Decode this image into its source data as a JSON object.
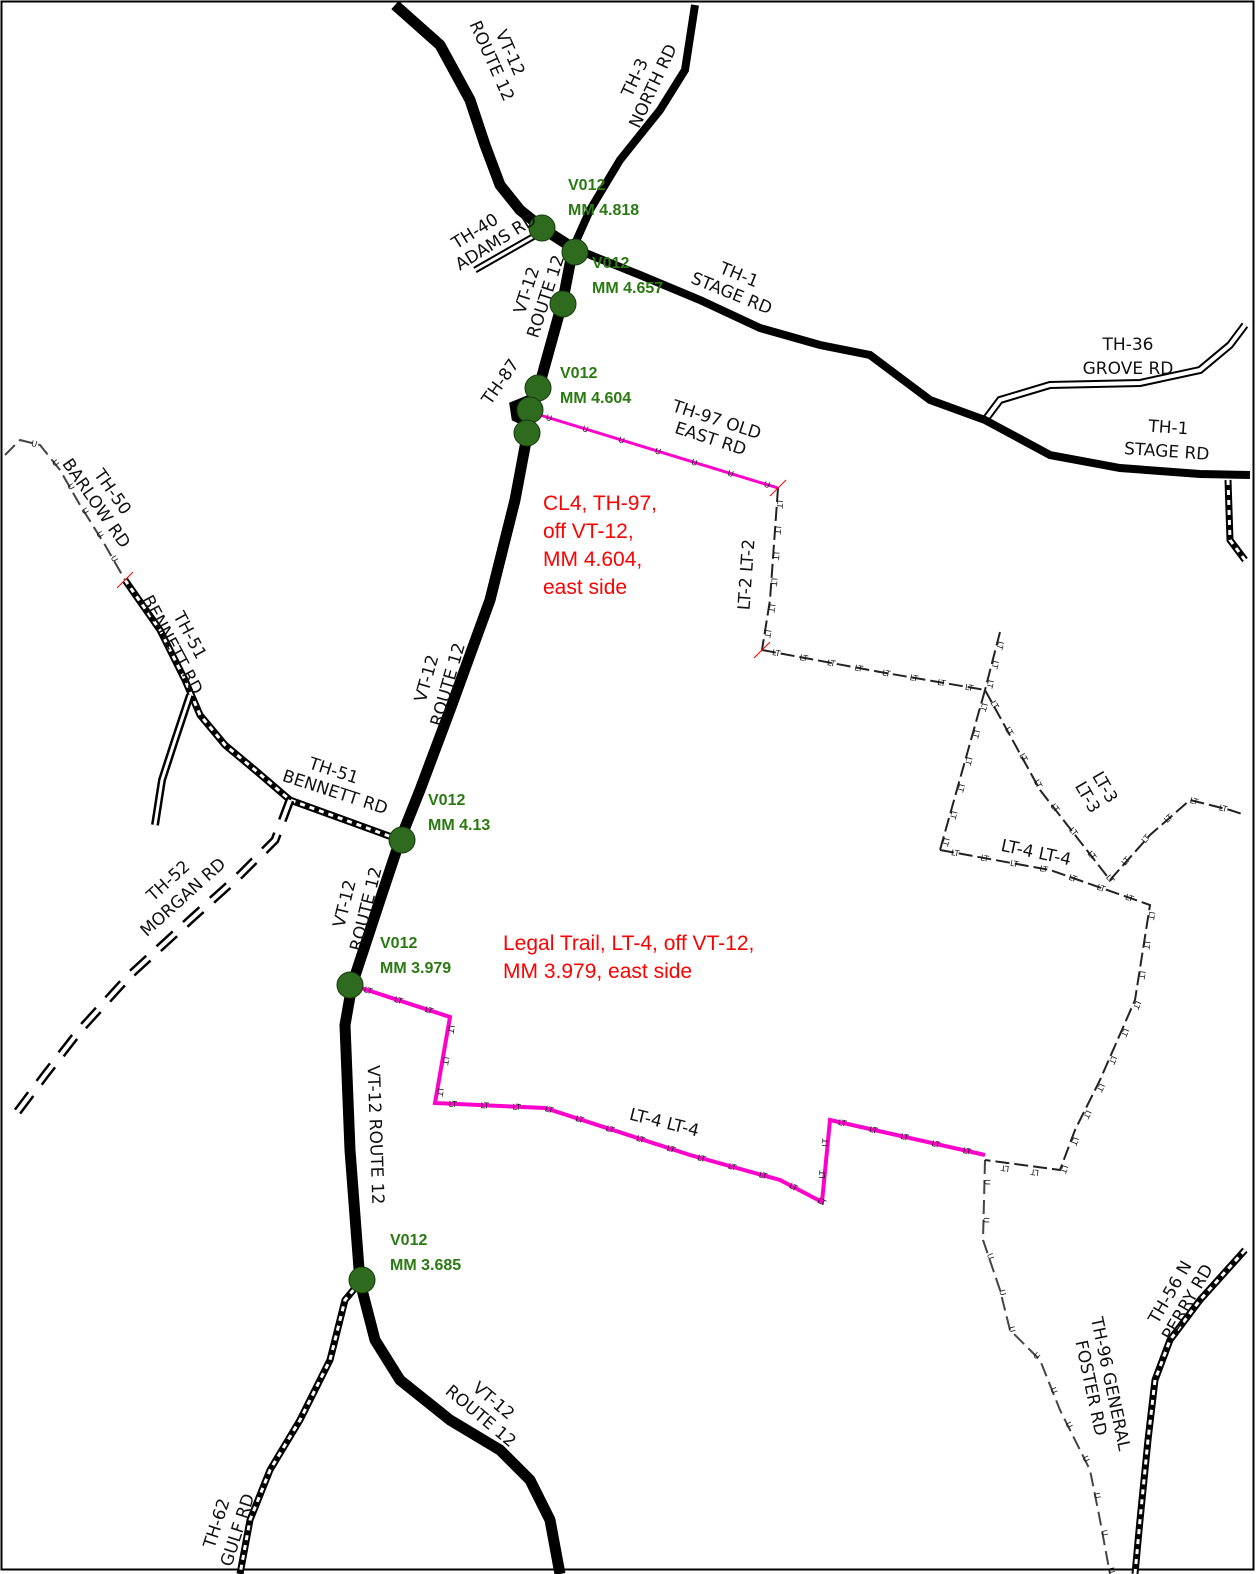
{
  "colors": {
    "highway": "#000000",
    "town_road": "#000000",
    "trail": "#222222",
    "highlight": "#ff00cc",
    "milemarker_fill": "#2e6b1e",
    "milemarker_text": "#2a7a12",
    "annotation": "#ff0000",
    "border": "#000000"
  },
  "roads": {
    "vt12_a_l1": "VT-12",
    "vt12_a_l2": "ROUTE 12",
    "th3_l1": "TH-3",
    "th3_l2": "NORTH RD",
    "th40_l1": "TH-40",
    "th40_l2": "ADAMS RD",
    "vt12_b_l1": "VT-12",
    "vt12_b_l2": "ROUTE 12",
    "th1_a_l1": "TH-1",
    "th1_a_l2": "STAGE RD",
    "th36_l1": "TH-36",
    "th36_l2": "GROVE RD",
    "th1_b_l1": "TH-1",
    "th1_b_l2": "STAGE RD",
    "th87": "TH-87",
    "th97_l1": "TH-97 OLD",
    "th97_l2": "EAST RD",
    "th50_l1": "TH-50",
    "th50_l2": "BARLOW RD",
    "th51_a_l1": "TH-51",
    "th51_a_l2": "BENNETT RD",
    "vt12_c_l1": "VT-12",
    "vt12_c_l2": "ROUTE 12",
    "th51_b_l1": "TH-51",
    "th51_b_l2": "BENNETT RD",
    "th52_l1": "TH-52",
    "th52_l2": "MORGAN RD",
    "vt12_d_l1": "VT-12",
    "vt12_d_l2": "ROUTE 12",
    "vt12_e": "VT-12 ROUTE 12",
    "vt12_f_l1": "VT-12",
    "vt12_f_l2": "ROUTE 12",
    "th62_l1": "TH-62",
    "th62_l2": "GULF RD",
    "th96_l1": "TH-96 GENERAL",
    "th96_l2": "FOSTER RD",
    "th56_l1": "TH-56 N",
    "th56_l2": "PERRY RD",
    "lt2": "LT-2 LT-2",
    "lt3_l1": "LT-3",
    "lt3_l2": "LT-3",
    "lt4_a": "LT-4 LT-4",
    "lt4_b": "LT-4 LT-4"
  },
  "milemarkers": [
    {
      "route": "V012",
      "mm": "MM 4.818"
    },
    {
      "route": "V012",
      "mm": "MM 4.657"
    },
    {
      "route": "V012",
      "mm": "MM 4.604"
    },
    {
      "route": "V012",
      "mm": "MM 4.13"
    },
    {
      "route": "V012",
      "mm": "MM 3.979"
    },
    {
      "route": "V012",
      "mm": "MM 3.685"
    }
  ],
  "annotations": {
    "cl4": [
      "CL4, TH-97,",
      "off VT-12,",
      "MM 4.604,",
      "east side"
    ],
    "legal": [
      "Legal Trail, LT-4, off VT-12,",
      "MM 3.979, east side"
    ]
  },
  "ticks": {
    "u": "U",
    "lt": "LT"
  }
}
